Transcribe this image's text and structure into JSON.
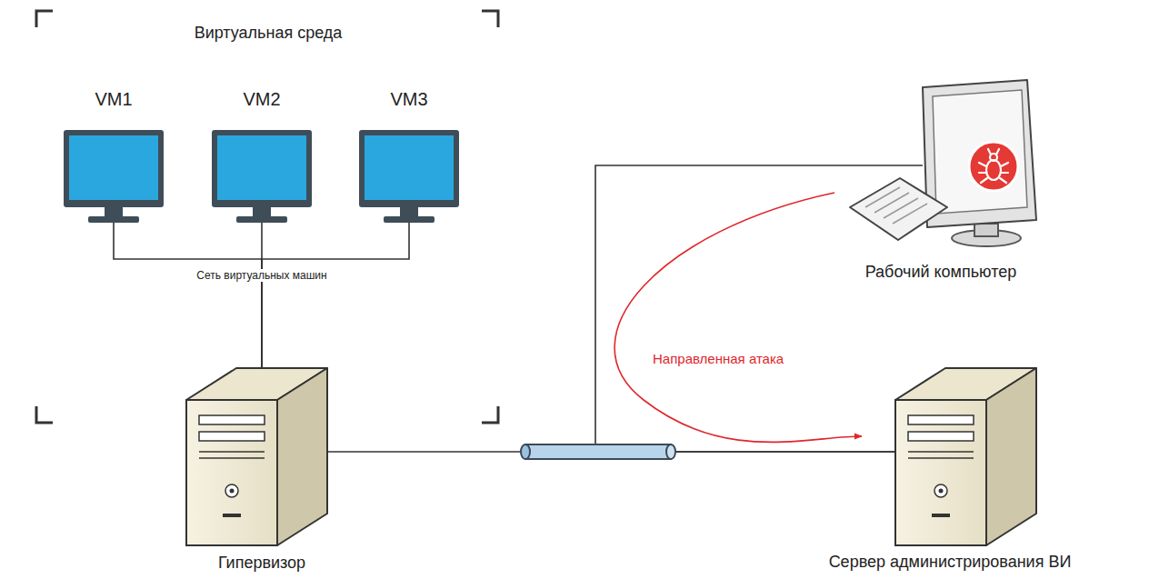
{
  "diagram": {
    "nodes": [
      {
        "text": [
          "Виртуальная среда"
        ]
      },
      {
        "text": [
          "VM1"
        ],
        "in": 0
      },
      {
        "text": [
          "VM2"
        ],
        "in": 0
      },
      {
        "text": [
          "VM3"
        ],
        "in": 0
      },
      {
        "text": [
          "Гипервизор"
        ]
      },
      {
        "text": [
          "Рабочий компьютер"
        ]
      },
      {
        "text": [
          "Сервер администрирования ВИ"
        ]
      }
    ],
    "edges": [
      {
        "from": 1,
        "to": 4,
        "arrow": "none"
      },
      {
        "from": 2,
        "to": 4,
        "arrow": "none"
      },
      {
        "from": 3,
        "to": 4,
        "arrow": "none"
      },
      {
        "from": 4,
        "to": 6,
        "arrow": "none"
      },
      {
        "from": 5,
        "to": 6,
        "arrow": "none"
      },
      {
        "from": 5,
        "to": 6,
        "label": "Направленная атака",
        "arrow": "to"
      }
    ],
    "labels": [
      "Сеть виртуальных машин"
    ]
  }
}
